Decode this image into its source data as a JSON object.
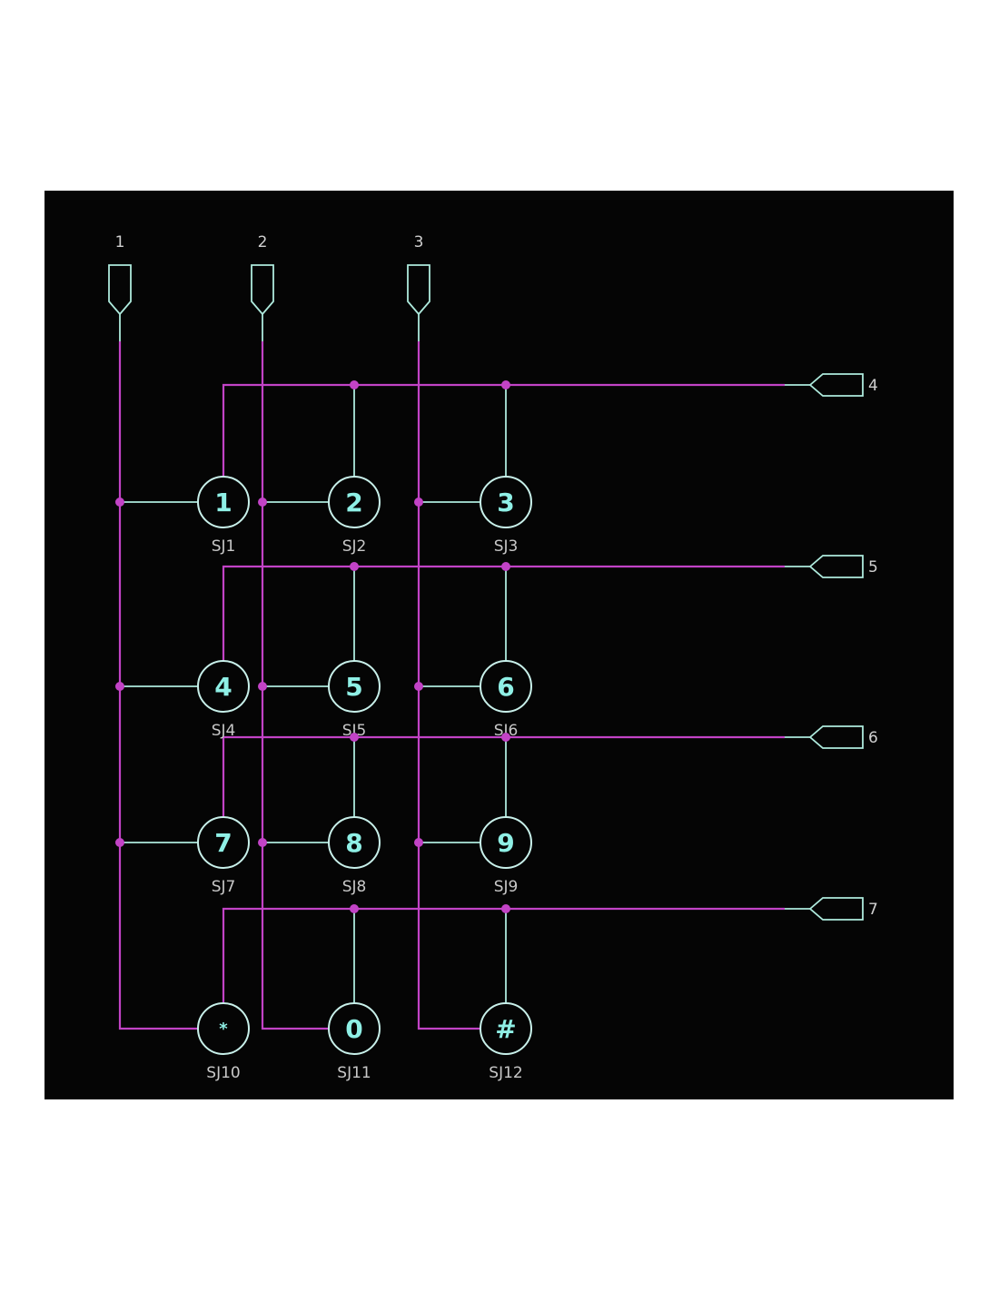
{
  "colors": {
    "background": "#050505",
    "wire": "#c243c6",
    "component": "#aeeadd",
    "key_label": "#8ff0e6"
  },
  "column_ports": [
    "1",
    "2",
    "3"
  ],
  "row_ports": [
    "4",
    "5",
    "6",
    "7"
  ],
  "switches": [
    {
      "key": "1",
      "ref": "SJ1"
    },
    {
      "key": "2",
      "ref": "SJ2"
    },
    {
      "key": "3",
      "ref": "SJ3"
    },
    {
      "key": "4",
      "ref": "SJ4"
    },
    {
      "key": "5",
      "ref": "SJ5"
    },
    {
      "key": "6",
      "ref": "SJ6"
    },
    {
      "key": "7",
      "ref": "SJ7"
    },
    {
      "key": "8",
      "ref": "SJ8"
    },
    {
      "key": "9",
      "ref": "SJ9"
    },
    {
      "key": "*",
      "ref": "SJ10"
    },
    {
      "key": "0",
      "ref": "SJ11"
    },
    {
      "key": "#",
      "ref": "SJ12"
    }
  ]
}
